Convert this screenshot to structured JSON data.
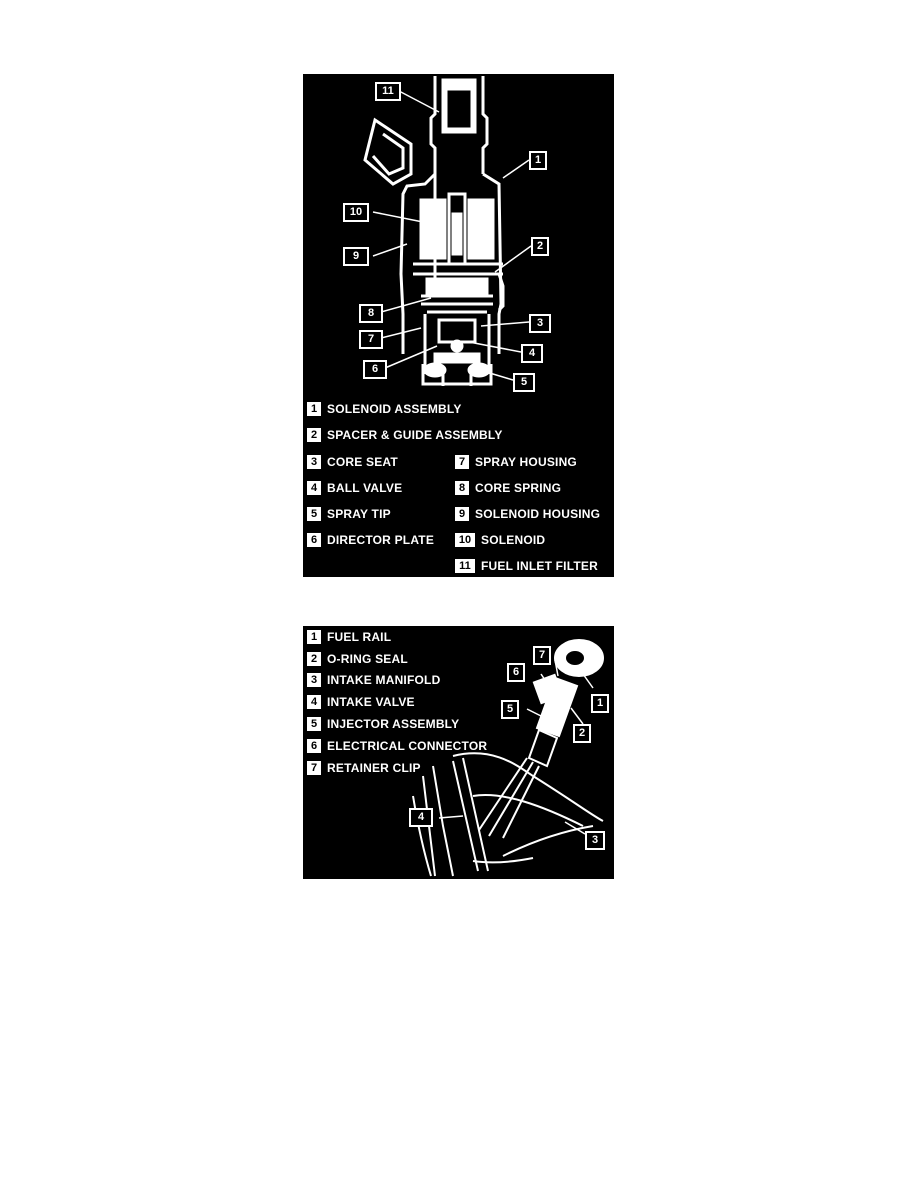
{
  "injector_diagram": {
    "callouts": [
      "11",
      "1",
      "10",
      "9",
      "2",
      "8",
      "3",
      "7",
      "4",
      "6",
      "5"
    ],
    "legend": [
      {
        "num": "1",
        "label": "SOLENOID ASSEMBLY"
      },
      {
        "num": "2",
        "label": "SPACER & GUIDE ASSEMBLY"
      },
      {
        "num": "3",
        "label": "CORE SEAT"
      },
      {
        "num": "4",
        "label": "BALL VALVE"
      },
      {
        "num": "5",
        "label": "SPRAY TIP"
      },
      {
        "num": "6",
        "label": "DIRECTOR PLATE"
      },
      {
        "num": "7",
        "label": "SPRAY HOUSING"
      },
      {
        "num": "8",
        "label": "CORE SPRING"
      },
      {
        "num": "9",
        "label": "SOLENOID HOUSING"
      },
      {
        "num": "10",
        "label": "SOLENOID"
      },
      {
        "num": "11",
        "label": "FUEL INLET FILTER"
      }
    ]
  },
  "installation_diagram": {
    "legend": [
      {
        "num": "1",
        "label": "FUEL RAIL"
      },
      {
        "num": "2",
        "label": "O-RING SEAL"
      },
      {
        "num": "3",
        "label": "INTAKE MANIFOLD"
      },
      {
        "num": "4",
        "label": "INTAKE VALVE"
      },
      {
        "num": "5",
        "label": "INJECTOR ASSEMBLY"
      },
      {
        "num": "6",
        "label": "ELECTRICAL CONNECTOR"
      },
      {
        "num": "7",
        "label": "RETAINER CLIP"
      }
    ],
    "callouts": [
      "7",
      "6",
      "1",
      "5",
      "2",
      "4",
      "3"
    ]
  }
}
